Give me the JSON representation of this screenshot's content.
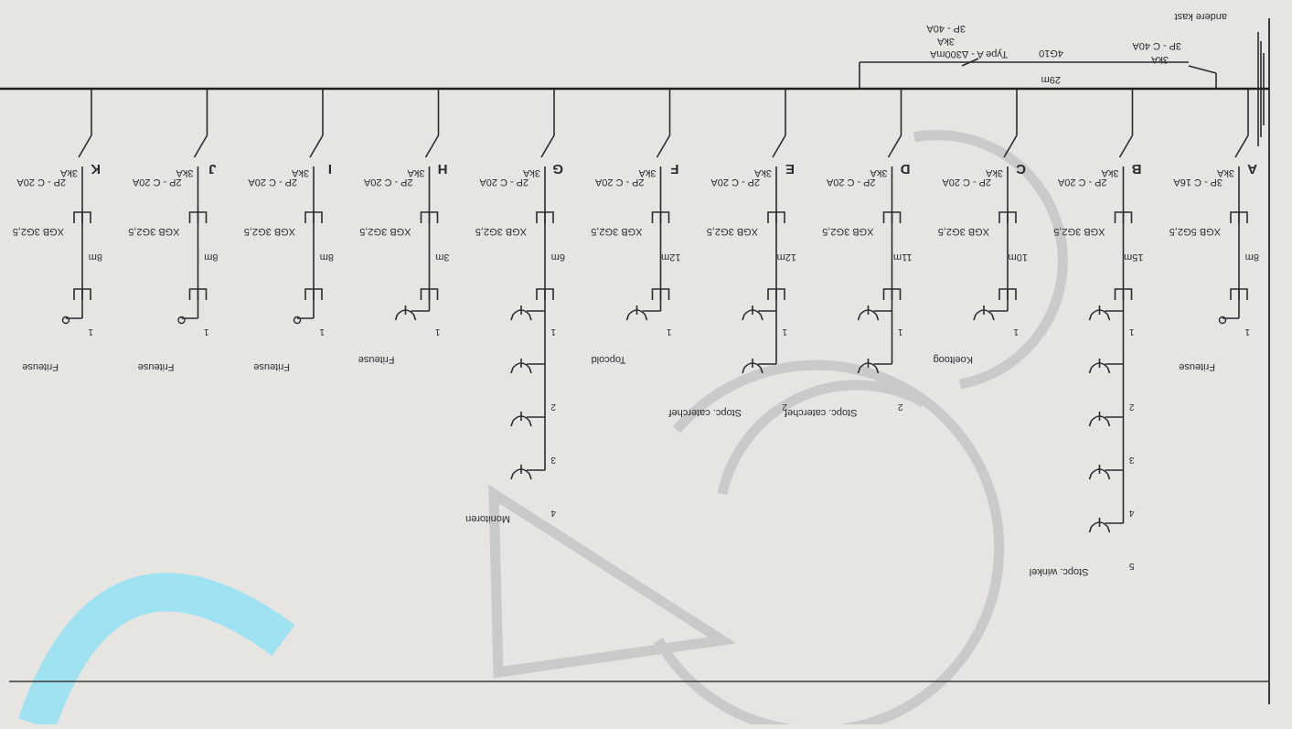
{
  "feed": {
    "source_label": "andere kast",
    "source_breaker": "3P - C 40A",
    "source_ka": "3kA",
    "cable_length": "29m",
    "cable_type": "4G10",
    "rcd_type": "Type A - Δ300mA",
    "rcd_ka": "3kA",
    "rcd_rating": "3P - 40A"
  },
  "circuits": [
    {
      "id": "A",
      "ka": "3kA",
      "breaker": "3P - C 16A",
      "cable": "XGB 5G2,5",
      "length": "8m",
      "loads": [
        {
          "num": "1",
          "kind": "appliance"
        }
      ],
      "label": "Friteuse"
    },
    {
      "id": "B",
      "ka": "3kA",
      "breaker": "2P - C 20A",
      "cable": "XGB 3G2,5",
      "length": "15m",
      "loads": [
        {
          "num": "1",
          "kind": "socket"
        },
        {
          "num": "2",
          "kind": "socket"
        },
        {
          "num": "3",
          "kind": "socket"
        },
        {
          "num": "4",
          "kind": "socket"
        },
        {
          "num": "5",
          "kind": "socket"
        }
      ],
      "label": "Stopc. winkel"
    },
    {
      "id": "C",
      "ka": "3kA",
      "breaker": "2P - C 20A",
      "cable": "XGB 3G2,5",
      "length": "10m",
      "loads": [
        {
          "num": "1",
          "kind": "socket"
        }
      ],
      "label": "Koeltoog"
    },
    {
      "id": "D",
      "ka": "3kA",
      "breaker": "2P - C 20A",
      "cable": "XGB 3G2,5",
      "length": "11m",
      "loads": [
        {
          "num": "1",
          "kind": "socket"
        },
        {
          "num": "2",
          "kind": "socket"
        }
      ],
      "label": "Stopc. caterchef"
    },
    {
      "id": "E",
      "ka": "3kA",
      "breaker": "2P - C 20A",
      "cable": "XGB 3G2,5",
      "length": "12m",
      "loads": [
        {
          "num": "1",
          "kind": "socket"
        },
        {
          "num": "2",
          "kind": "socket"
        }
      ],
      "label": "Stopc. caterchef"
    },
    {
      "id": "F",
      "ka": "3kA",
      "breaker": "2P - C 20A",
      "cable": "XGB 3G2,5",
      "length": "12m",
      "loads": [
        {
          "num": "1",
          "kind": "socket"
        }
      ],
      "label": "Topcold"
    },
    {
      "id": "G",
      "ka": "3kA",
      "breaker": "2P - C 20A",
      "cable": "XGB 3G2,5",
      "length": "6m",
      "loads": [
        {
          "num": "1",
          "kind": "socket"
        },
        {
          "num": "2",
          "kind": "socket"
        },
        {
          "num": "3",
          "kind": "socket"
        },
        {
          "num": "4",
          "kind": "socket"
        }
      ],
      "label": "Monitoren"
    },
    {
      "id": "H",
      "ka": "3kA",
      "breaker": "2P - C 20A",
      "cable": "XGB 3G2,5",
      "length": "3m",
      "loads": [
        {
          "num": "1",
          "kind": "socket"
        }
      ],
      "label": "Friteuse"
    },
    {
      "id": "I",
      "ka": "3kA",
      "breaker": "2P - C 20A",
      "cable": "XGB 3G2,5",
      "length": "8m",
      "loads": [
        {
          "num": "1",
          "kind": "appliance"
        }
      ],
      "label": "Friteuse"
    },
    {
      "id": "J",
      "ka": "3kA",
      "breaker": "2P - C 20A",
      "cable": "XGB 3G2,5",
      "length": "8m",
      "loads": [
        {
          "num": "1",
          "kind": "appliance"
        }
      ],
      "label": "Friteuse"
    },
    {
      "id": "K",
      "ka": "3kA",
      "breaker": "2P - C 20A",
      "cable": "XGB 3G2,5",
      "length": "8m",
      "loads": [
        {
          "num": "1",
          "kind": "appliance"
        }
      ],
      "label": "Friteuse"
    }
  ],
  "icons": [
    "breaker-switch-icon",
    "cable-marker-icon",
    "socket-outlet-icon",
    "appliance-terminal-icon",
    "earth-symbol-icon"
  ],
  "colors": {
    "line": "#2b2b2b",
    "paper": "#e6e5e1",
    "watermark_blue": "#9fe2f1",
    "watermark_grey": "#c9c9c7"
  }
}
